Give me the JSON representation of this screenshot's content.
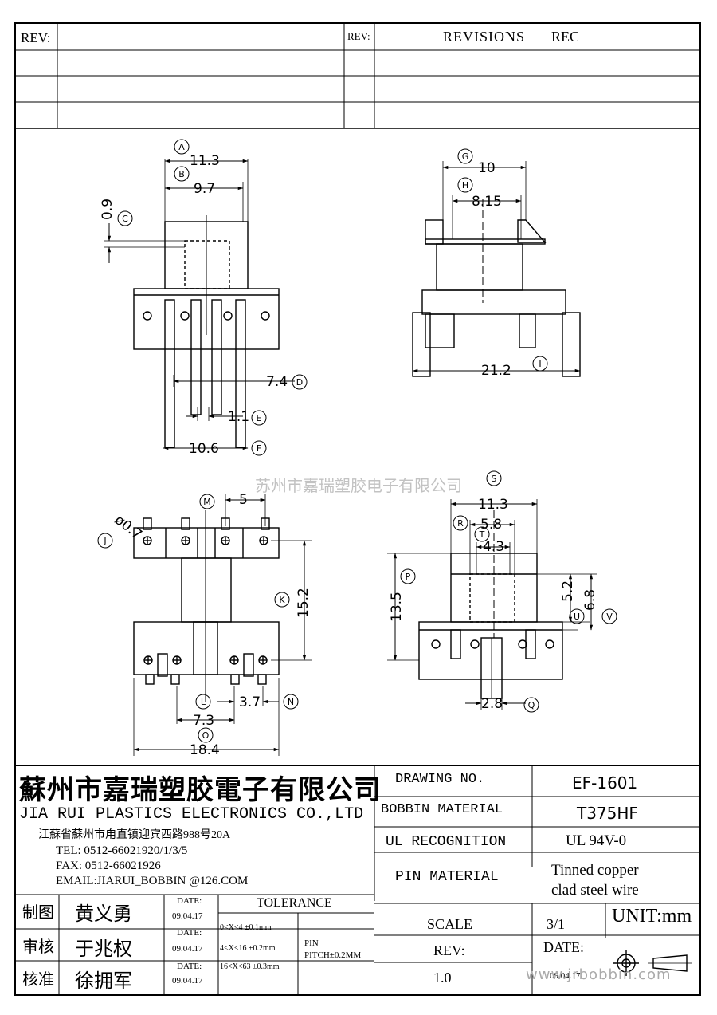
{
  "revisions": {
    "rev_label_left": "REV:",
    "rev_label_right": "REV:",
    "header": "REVISIONS",
    "header_rec": "REC"
  },
  "watermark": "苏州市嘉瑞塑胶电子有限公司",
  "site_watermark": "www.jrbobbin.com",
  "views": {
    "top_left": {
      "dims": [
        {
          "callout": "A",
          "value": "11.3"
        },
        {
          "callout": "B",
          "value": "9.7"
        },
        {
          "callout": "C",
          "value": "0.9"
        },
        {
          "callout": "D",
          "value": "7.4"
        },
        {
          "callout": "E",
          "value": "1.1"
        },
        {
          "callout": "F",
          "value": "10.6"
        }
      ]
    },
    "top_right": {
      "dims": [
        {
          "callout": "G",
          "value": "10"
        },
        {
          "callout": "H",
          "value": "8.15"
        },
        {
          "callout": "I",
          "value": "21.2"
        }
      ]
    },
    "bottom_left": {
      "dims": [
        {
          "callout": "J",
          "value": "ø0.7"
        },
        {
          "callout": "M",
          "value": "5"
        },
        {
          "callout": "K",
          "value": "15.2"
        },
        {
          "callout": "L",
          "value": "7.3"
        },
        {
          "callout": "N",
          "value": "3.7"
        },
        {
          "callout": "O",
          "value": "18.4"
        }
      ]
    },
    "bottom_right": {
      "dims": [
        {
          "callout": "S",
          "value": "11.3"
        },
        {
          "callout": "R",
          "value": "5.8"
        },
        {
          "callout": "T",
          "value": "4.3"
        },
        {
          "callout": "P",
          "value": "13.5"
        },
        {
          "callout": "U",
          "value": "5.2"
        },
        {
          "callout": "V",
          "value": "6.8"
        },
        {
          "callout": "Q",
          "value": "2.8"
        }
      ]
    }
  },
  "company": {
    "name_cn": "蘇州市嘉瑞塑胶電子有限公司",
    "name_en": "JIA RUI PLASTICS ELECTRONICS CO.,LTD",
    "address": "江蘇省蘇州市甪直镇迎宾西路988号20A",
    "tel": "TEL: 0512-66021920/1/3/5",
    "fax": "FAX: 0512-66021926",
    "email": "EMAIL:JIARUI_BOBBIN @126.COM"
  },
  "specs": {
    "drawing_no_label": "DRAWING  NO.",
    "drawing_no": "EF-1601",
    "bobbin_material_label": "BOBBIN  MATERIAL",
    "bobbin_material": "T375HF",
    "ul_label": "UL RECOGNITION",
    "ul_value": "UL 94V-0",
    "pin_material_label": "PIN MATERIAL",
    "pin_material_line1": "Tinned copper",
    "pin_material_line2": "clad steel wire",
    "scale_label": "SCALE",
    "scale_value": "3/1",
    "unit": "UNIT:mm",
    "rev_label": "REV:",
    "rev_value": "1.0",
    "date_label": "DATE:",
    "date_value": "09.04.17"
  },
  "approvals": [
    {
      "role": "制图",
      "name": "黄义勇",
      "date_label": "DATE:",
      "date": "09.04.17"
    },
    {
      "role": "审核",
      "name": "于兆权",
      "date_label": "DATE:",
      "date": "09.04.17"
    },
    {
      "role": "核准",
      "name": "徐拥军",
      "date_label": "DATE:",
      "date": "09.04.17"
    }
  ],
  "tolerance": {
    "title": "TOLERANCE",
    "rows": [
      "0<X<4  ±0.1mm",
      "4<X<16 ±0.2mm",
      "16<X<63 ±0.3mm"
    ],
    "pin_label": "PIN",
    "pin_pitch": "PITCH±0.2MM"
  }
}
